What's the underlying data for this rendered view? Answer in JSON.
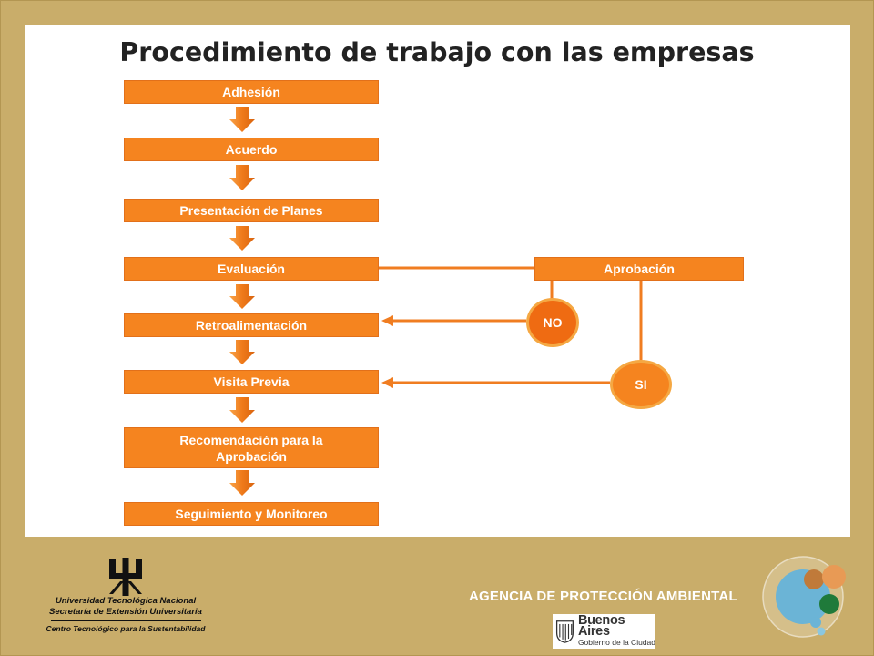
{
  "title": "Procedimiento de trabajo con las empresas",
  "steps": [
    "Adhesión",
    "Acuerdo",
    "Presentación  de Planes",
    "Evaluación",
    "Retroalimentación",
    "Visita Previa",
    "Recomendación  para la Aprobación",
    "Seguimiento  y Monitoreo"
  ],
  "approval": "Aprobación",
  "decision_no": "NO",
  "decision_si": "SI",
  "footer": {
    "utn": {
      "line1": "Universidad Tecnológica Nacional",
      "line2": "Secretaría de Extensión Universitaria",
      "line3": "Centro Tecnológico para la Sustentabilidad"
    },
    "agency": "AGENCIA DE PROTECCIÓN AMBIENTAL",
    "ba": {
      "name": "Buenos Aires",
      "sub": "Gobierno de la Ciudad"
    }
  },
  "colors": {
    "background": "#c9ad6a",
    "step_fill": "#f5841f",
    "connector": "#f07d21",
    "arrow_fill": "#ef7a1a"
  }
}
